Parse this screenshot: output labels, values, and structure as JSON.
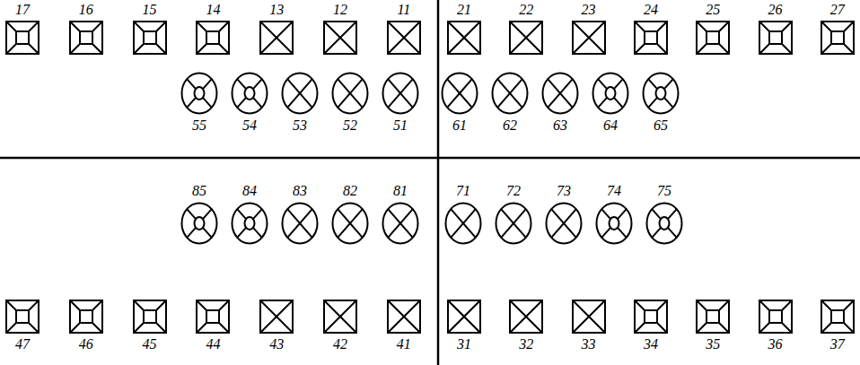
{
  "diagram": {
    "nodes": [
      {
        "text": [
          "17"
        ]
      },
      {
        "text": [
          "16"
        ]
      },
      {
        "text": [
          "15"
        ]
      },
      {
        "text": [
          "14"
        ]
      },
      {
        "text": [
          "13"
        ]
      },
      {
        "text": [
          "12"
        ]
      },
      {
        "text": [
          "11"
        ]
      },
      {
        "text": [
          "21"
        ]
      },
      {
        "text": [
          "22"
        ]
      },
      {
        "text": [
          "23"
        ]
      },
      {
        "text": [
          "24"
        ]
      },
      {
        "text": [
          "25"
        ]
      },
      {
        "text": [
          "26"
        ]
      },
      {
        "text": [
          "27"
        ]
      },
      {
        "text": [
          "55"
        ]
      },
      {
        "text": [
          "54"
        ]
      },
      {
        "text": [
          "53"
        ]
      },
      {
        "text": [
          "52"
        ]
      },
      {
        "text": [
          "51"
        ]
      },
      {
        "text": [
          "61"
        ]
      },
      {
        "text": [
          "62"
        ]
      },
      {
        "text": [
          "63"
        ]
      },
      {
        "text": [
          "64"
        ]
      },
      {
        "text": [
          "65"
        ]
      },
      {
        "text": [
          "85"
        ]
      },
      {
        "text": [
          "84"
        ]
      },
      {
        "text": [
          "83"
        ]
      },
      {
        "text": [
          "82"
        ]
      },
      {
        "text": [
          "81"
        ]
      },
      {
        "text": [
          "71"
        ]
      },
      {
        "text": [
          "72"
        ]
      },
      {
        "text": [
          "73"
        ]
      },
      {
        "text": [
          "74"
        ]
      },
      {
        "text": [
          "75"
        ]
      },
      {
        "text": [
          "47"
        ]
      },
      {
        "text": [
          "46"
        ]
      },
      {
        "text": [
          "45"
        ]
      },
      {
        "text": [
          "44"
        ]
      },
      {
        "text": [
          "43"
        ]
      },
      {
        "text": [
          "42"
        ]
      },
      {
        "text": [
          "41"
        ]
      },
      {
        "text": [
          "31"
        ]
      },
      {
        "text": [
          "32"
        ]
      },
      {
        "text": [
          "33"
        ]
      },
      {
        "text": [
          "34"
        ]
      },
      {
        "text": [
          "35"
        ]
      },
      {
        "text": [
          "36"
        ]
      },
      {
        "text": [
          "37"
        ]
      }
    ]
  }
}
